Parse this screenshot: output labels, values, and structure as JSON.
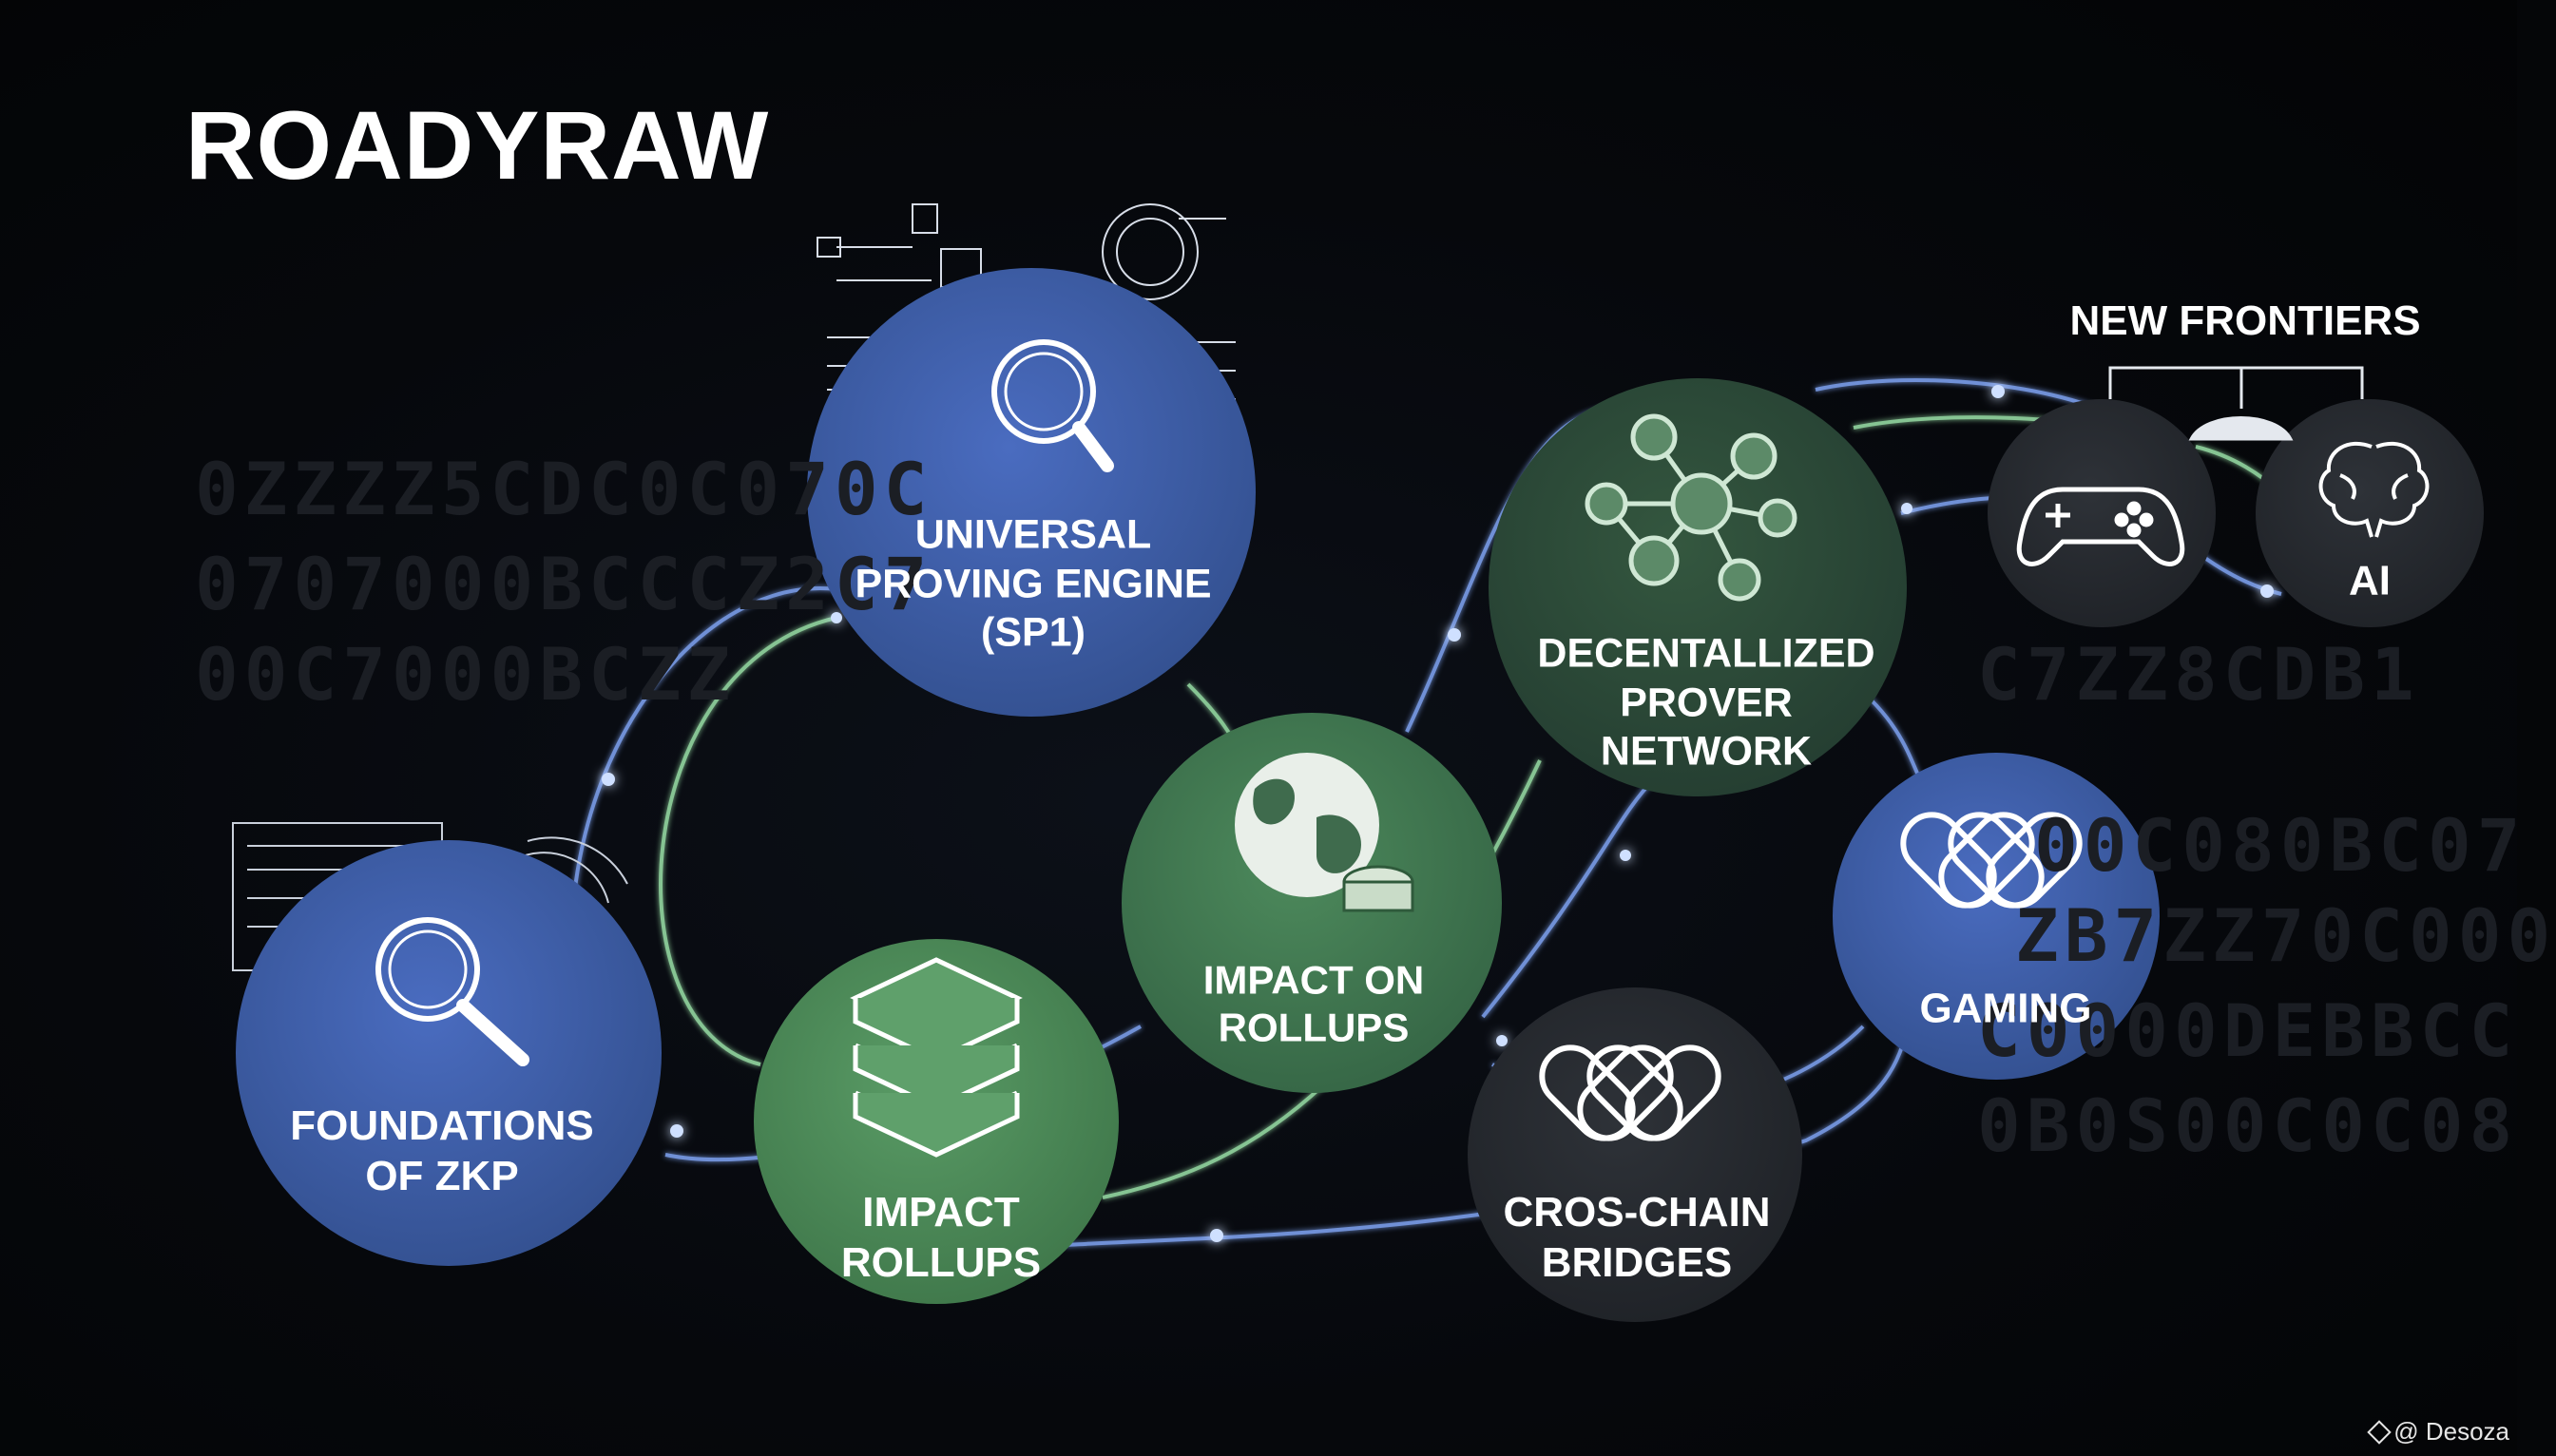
{
  "title": "ROADYRAW",
  "background_code_rows": [
    "0ZZZZ5CDC0C070C",
    "0707000BCCCZ2C7",
    "00C7000BCZZ",
    "C7ZZ8CDB1",
    "00C080BC07",
    "ZB7ZZ70C000",
    "C0000DEBBCC",
    "0B0S00C0C08"
  ],
  "nodes": [
    {
      "id": "foundations",
      "label": "FOUNDATIONS\nOF ZKP",
      "icon": "magnifier-icon",
      "color": "#3a5aa8"
    },
    {
      "id": "sp1",
      "label": "UNIVERSAL\nPROVING ENGINE\n(SP1)",
      "icon": "magnifier-icon",
      "color": "#3a5aa8"
    },
    {
      "id": "impact-rollups",
      "label": "IMPACT\nROLLUPS",
      "icon": "stacked-layers-icon",
      "color": "#4c8a57"
    },
    {
      "id": "impact-on-rollups",
      "label": "IMPACT ON\nROLLUPS",
      "icon": "globe-icon",
      "color": "#3f7a4f"
    },
    {
      "id": "prover-network",
      "label": "DECENTALLIZED\nPROVER\nNETWORK",
      "icon": "network-icon",
      "color": "#2c4a3a"
    },
    {
      "id": "bridges",
      "label": "CROS-CHAIN\nBRIDGES",
      "icon": "chain-link-icon",
      "color": "#25292f"
    },
    {
      "id": "gaming",
      "label": "GAMING",
      "icon": "chain-link-icon",
      "color": "#3a5aa8"
    },
    {
      "id": "gamepad",
      "label": "",
      "icon": "gamepad-icon",
      "color": "#25292f"
    },
    {
      "id": "ai",
      "label": "AI",
      "icon": "brain-icon",
      "color": "#25292f"
    }
  ],
  "frontiers_label": "NEW FRONTIERS",
  "watermark": "@ Desoza",
  "colors": {
    "blue": "#3a5aa8",
    "green": "#4c8a57",
    "dark_green": "#2c4a3a",
    "dark_gray": "#25292f",
    "link_blue": "#7ea0e0",
    "link_green": "#8ccf9c",
    "glow": "#a8c6ff"
  }
}
